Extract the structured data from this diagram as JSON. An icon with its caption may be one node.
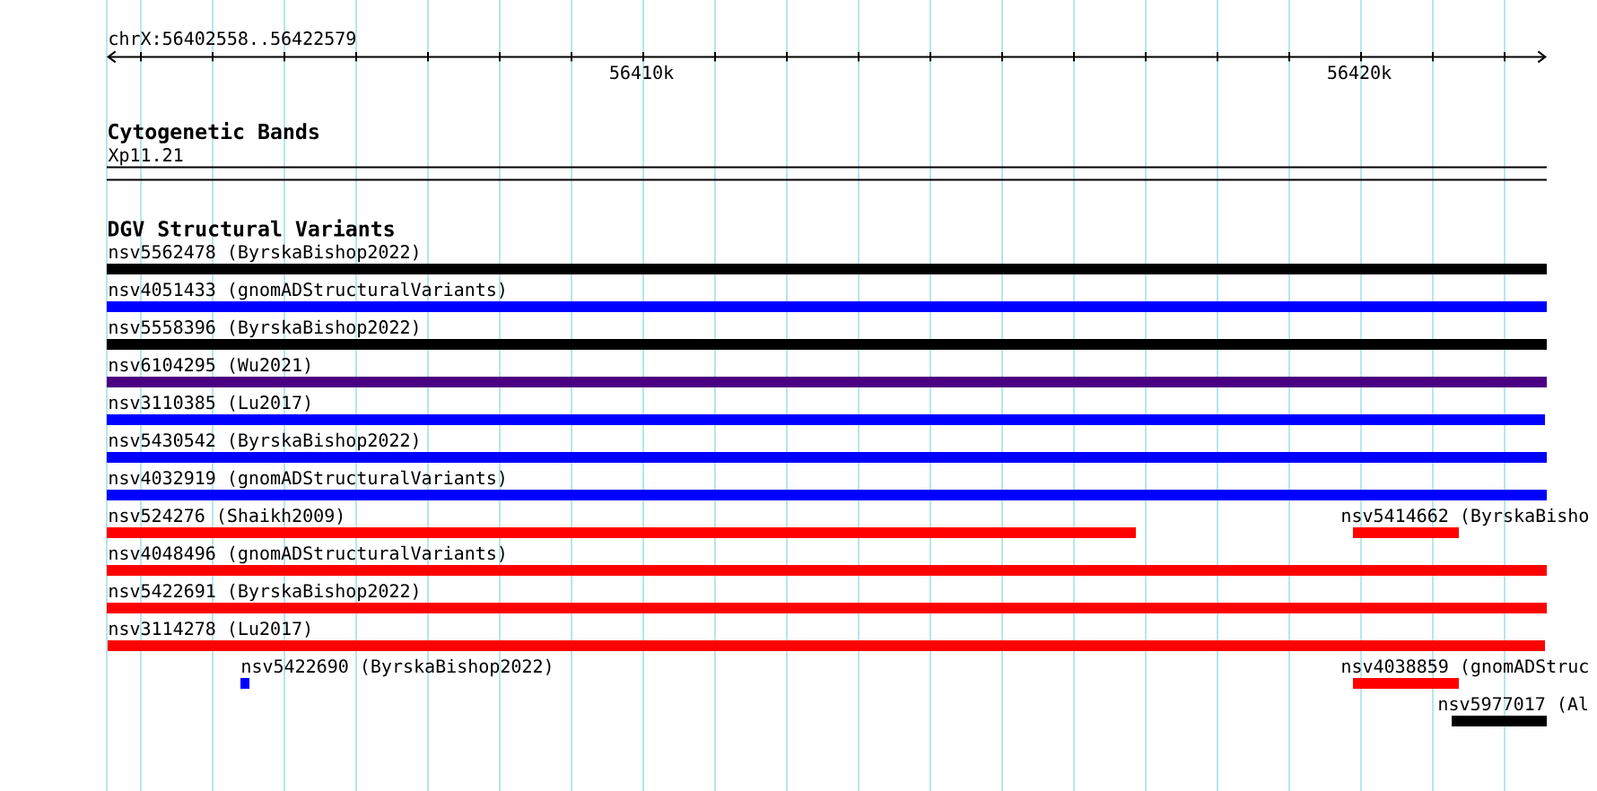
{
  "diagram": {
    "nodes": [
      {
        "text": [
          "Xp11.21"
        ]
      },
      {
        "text": [
          "nsv5562478 (ByrskaBishop2022)"
        ]
      },
      {
        "text": [
          "nsv4051433 (gnomADStructuralVariants)"
        ]
      },
      {
        "text": [
          "nsv5558396 (ByrskaBishop2022)"
        ]
      },
      {
        "text": [
          "nsv6104295 (Wu2021)"
        ]
      },
      {
        "text": [
          "nsv3110385 (Lu2017)"
        ]
      },
      {
        "text": [
          "nsv5430542 (ByrskaBishop2022)"
        ]
      },
      {
        "text": [
          "nsv4032919 (gnomADStructuralVariants)"
        ]
      },
      {
        "text": [
          "nsv524276 (Shaikh2009)"
        ]
      },
      {
        "text": [
          "nsv5414662 (ByrskaBisho"
        ]
      },
      {
        "text": [
          "nsv4048496 (gnomADStructuralVariants)"
        ]
      },
      {
        "text": [
          "nsv5422691 (ByrskaBishop2022)"
        ]
      },
      {
        "text": [
          "nsv3114278 (Lu2017)"
        ]
      },
      {
        "text": [
          "nsv5422690 (ByrskaBishop2022)"
        ]
      },
      {
        "text": [
          "nsv4038859 (gnomADStruc"
        ]
      },
      {
        "text": [
          "nsv5977017 (Al"
        ]
      }
    ],
    "labels": [
      "chrX:56402558..56422579",
      "56410k",
      "56420k",
      "Cytogenetic Bands",
      "DGV Structural Variants"
    ]
  }
}
